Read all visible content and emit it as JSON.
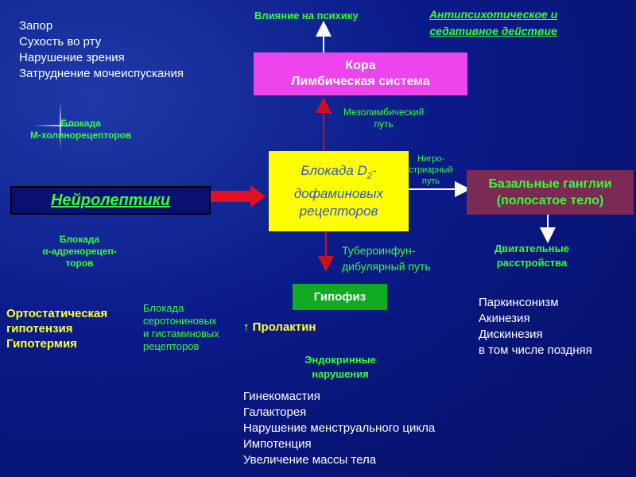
{
  "side_effects_list": [
    "Запор",
    "Сухость во рту",
    "Нарушение зрения",
    "Затруднение мочеиспускания"
  ],
  "psyche_label": "Влияние на психику",
  "antipsychotic_label": [
    "Антипсихотическое и",
    "седативное действие"
  ],
  "cortex_box": [
    "Кора",
    "Лимбическая система"
  ],
  "mesolimbic_label": [
    "Мезолимбический",
    "путь"
  ],
  "m_block_label": [
    "Блокада",
    "М-холинорецепторов"
  ],
  "nigro_label": [
    "Нигро-",
    "стриарный",
    "путь"
  ],
  "d2_box": [
    "Блокада D",
    "2",
    "-",
    "дофаминовых",
    "рецепторов"
  ],
  "basal_box": [
    "Базальные ганглии",
    "(полосатое тело)"
  ],
  "neuroleptics_label": "Нейролептики",
  "alpha_block_label": [
    "Блокада",
    "α-адренорецеп-",
    "торов"
  ],
  "tubero_label": [
    "Тубероинфун-",
    "дибулярный путь"
  ],
  "motor_label": [
    "Двигательные",
    "расстройства"
  ],
  "hypophysis_label": "Гипофиз",
  "ortho_label": [
    "Ортостатическая",
    "гипотензия",
    "Гипотермия"
  ],
  "sero_label": [
    "Блокада",
    "серотониновых",
    "и гистаминовых",
    "рецепторов"
  ],
  "prolactin_label": "↑ Пролактин",
  "parkinson_list": [
    "Паркинсонизм",
    "Акинезия",
    "Дискинезия",
    "в том числе поздняя"
  ],
  "endocrine_label": [
    "Эндокринные",
    "нарушения"
  ],
  "endocrine_list": [
    "Гинекомастия",
    "Галакторея",
    "Нарушение менструального цикла",
    "Импотенция",
    "Увеличение массы тела"
  ],
  "colors": {
    "green": "#33ff33",
    "yellow": "#ffff33",
    "magenta_box": "#ee44ee",
    "yellow_box": "#ffff00",
    "purple_box": "#7a2a55",
    "green_box": "#11aa22",
    "red_arrow": "#e01020"
  }
}
